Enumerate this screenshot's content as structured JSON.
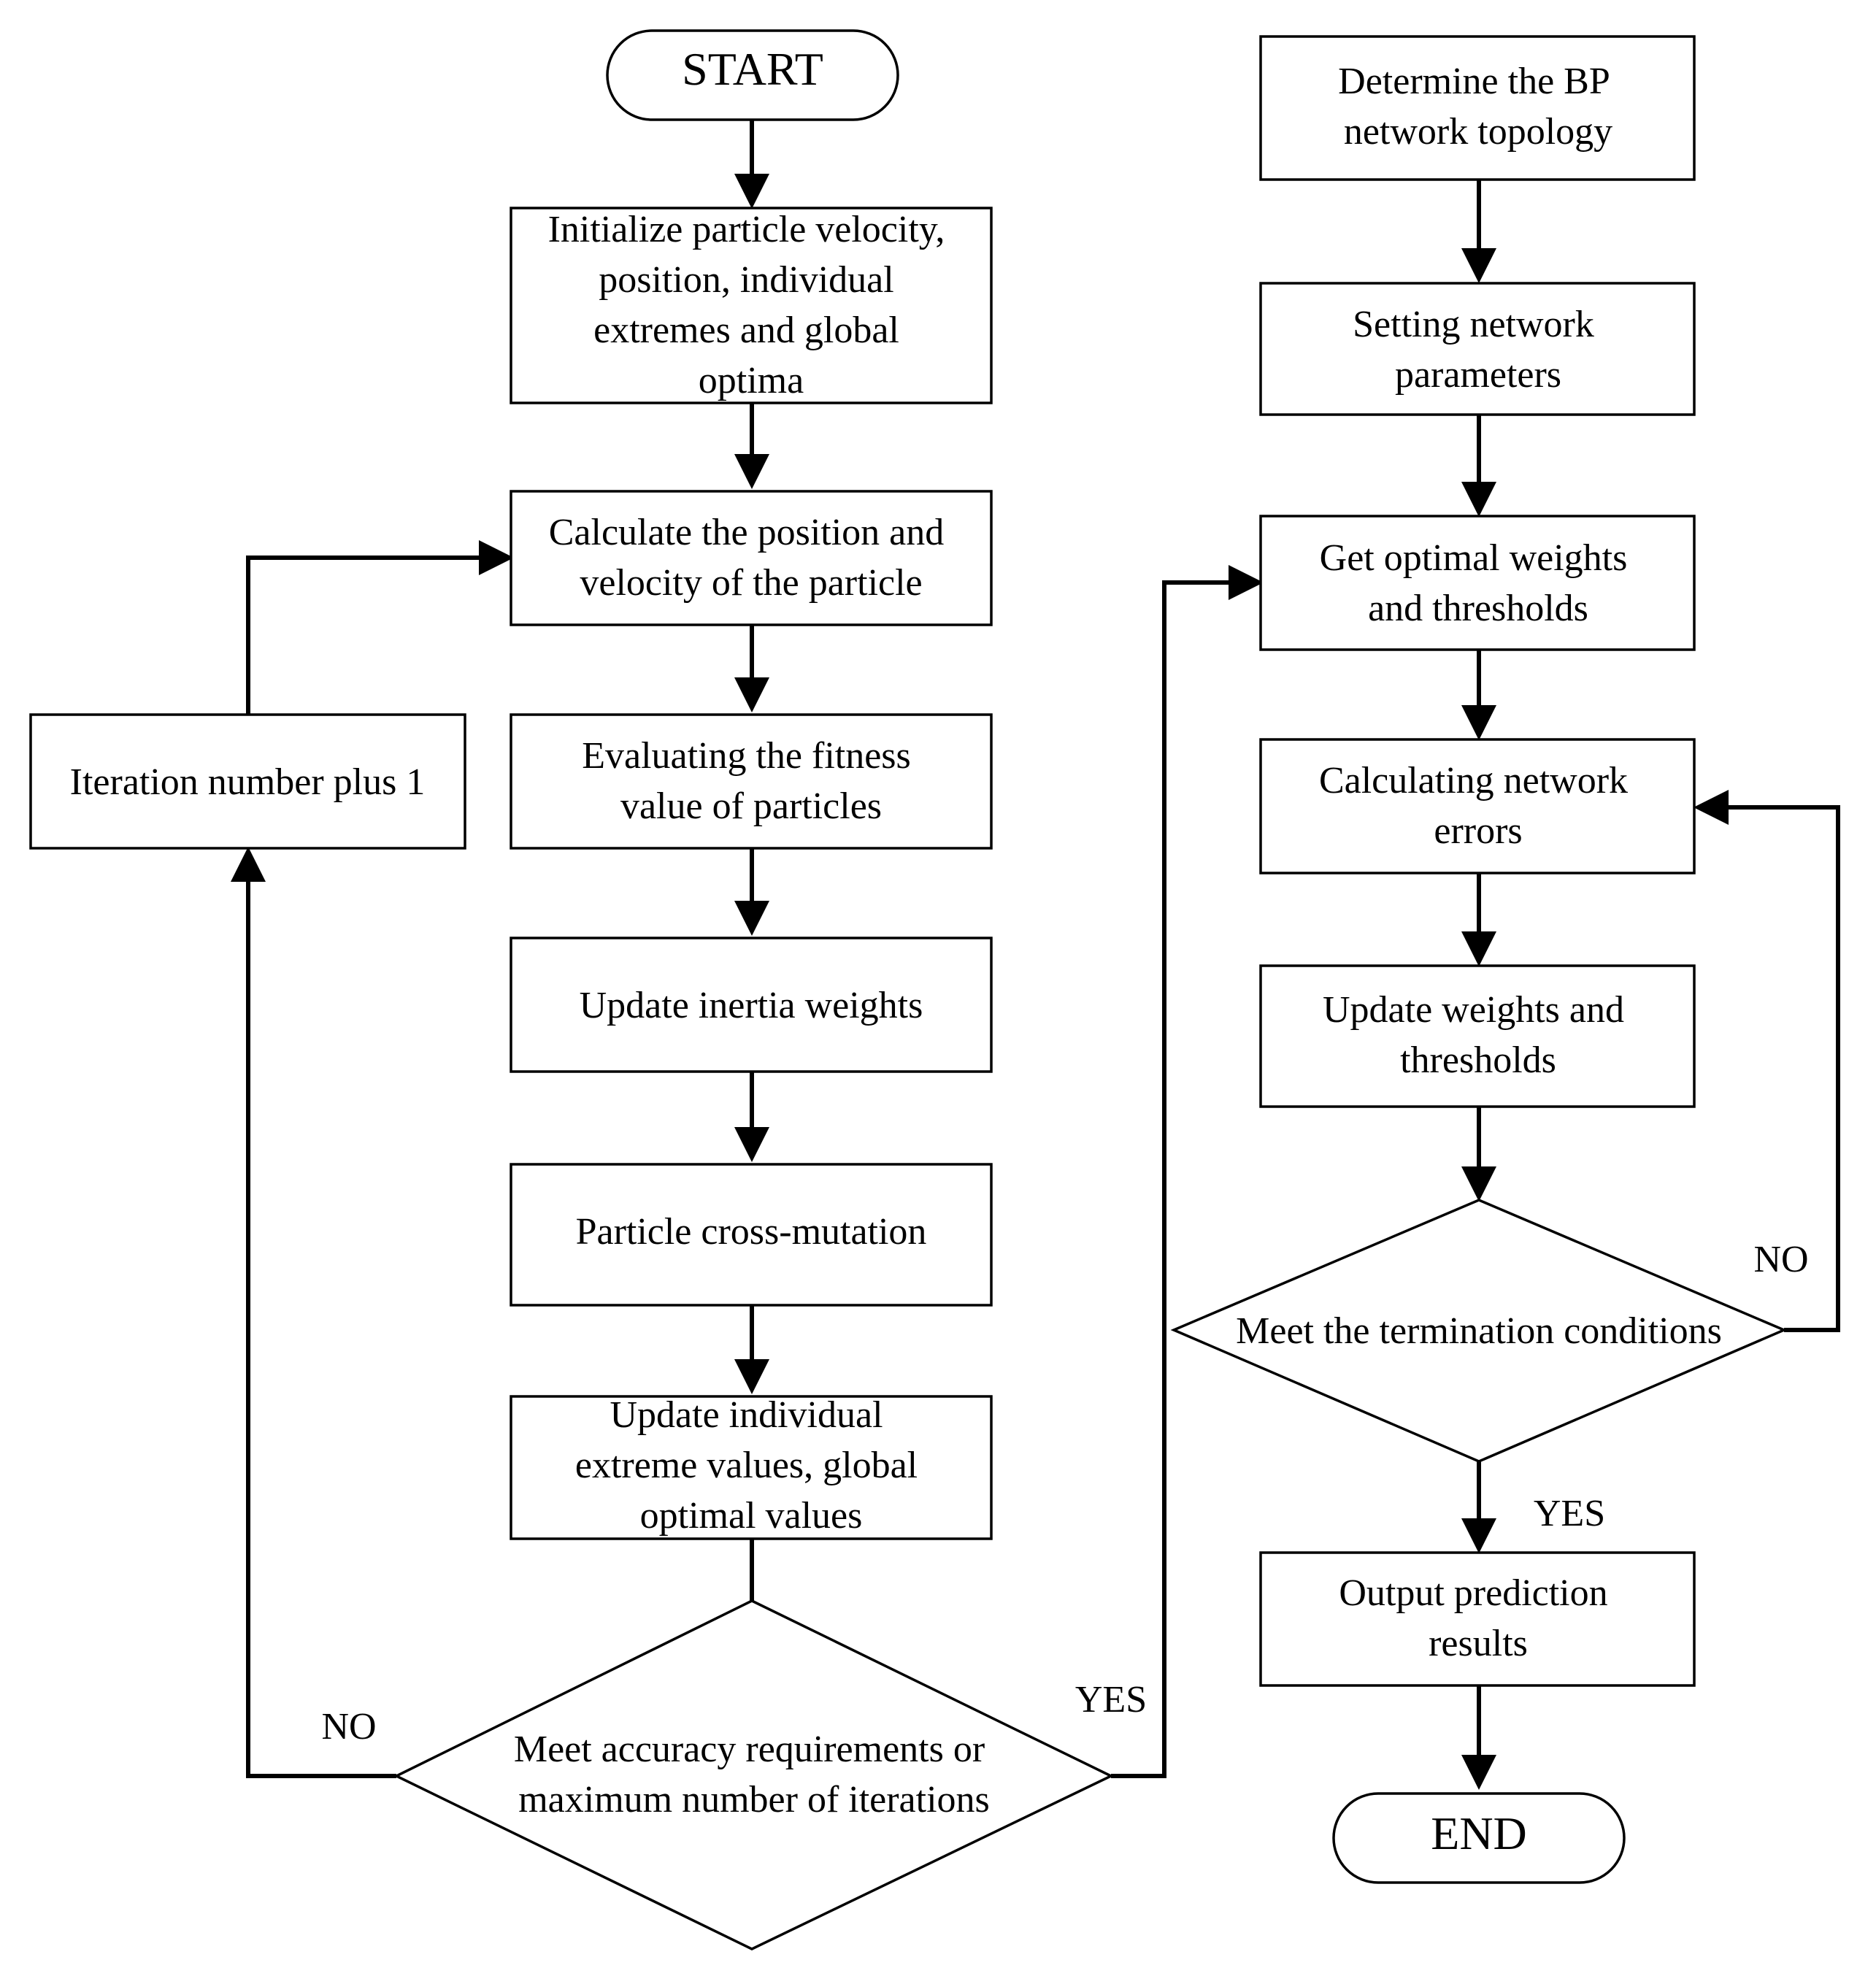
{
  "colors": {
    "stroke": "#000000",
    "fill": "#ffffff",
    "text": "#000000"
  },
  "nodes": {
    "start": [
      "START"
    ],
    "init": [
      "Initialize particle velocity,",
      "position, individual",
      "extremes and global",
      "optima"
    ],
    "calc": [
      "Calculate the position and",
      "velocity of the particle"
    ],
    "fitness": [
      "Evaluating the fitness",
      "value of particles"
    ],
    "inertia": [
      "Update inertia weights"
    ],
    "cross": [
      "Particle cross-mutation"
    ],
    "update_ext": [
      "Update individual",
      "extreme values, global",
      "optimal values"
    ],
    "accuracy": [
      "Meet accuracy requirements or",
      "maximum number of iterations"
    ],
    "iter": [
      "Iteration number plus 1"
    ],
    "topology": [
      "Determine the BP",
      "network topology"
    ],
    "params": [
      "Setting network",
      "parameters"
    ],
    "optimal": [
      "Get optimal weights",
      "and thresholds"
    ],
    "errors": [
      "Calculating network",
      "errors"
    ],
    "update_wt": [
      "Update weights and",
      "thresholds"
    ],
    "term": [
      "Meet the termination conditions"
    ],
    "output": [
      "Output prediction",
      "results"
    ],
    "end": [
      "END"
    ]
  },
  "edge_labels": {
    "accuracy_no": "NO",
    "accuracy_yes": "YES",
    "term_no": "NO",
    "term_yes": "YES"
  }
}
